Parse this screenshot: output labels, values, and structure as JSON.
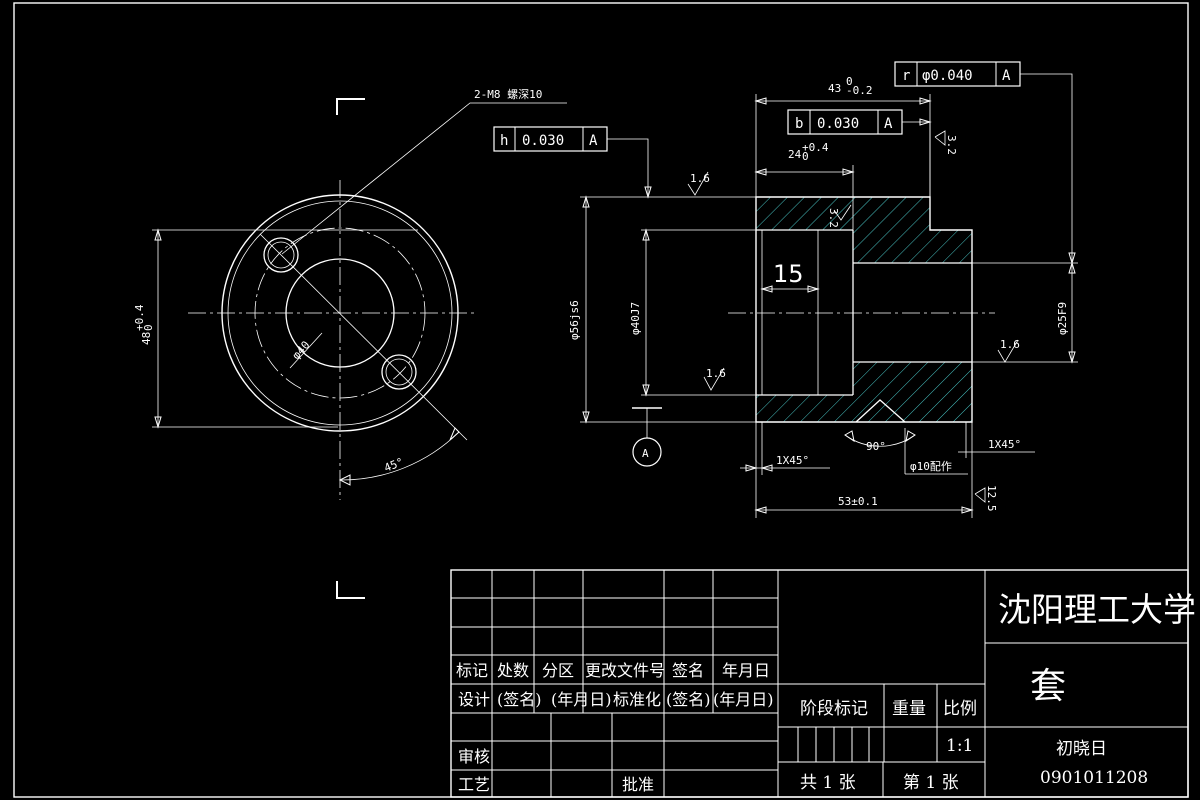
{
  "drawing": {
    "hole_note": "2-M8 螺深10",
    "bolt_circle_dia": "φ40",
    "outer_dia_left": "48",
    "outer_dia_left_tol_upper": "+0.4",
    "outer_dia_left_tol_lower": "0",
    "angle_left": "45°",
    "section_bore_len": "15",
    "dim_overall_len": "53±0.1",
    "dim_43": "43",
    "dim_43_tol_upper": "0",
    "dim_43_tol_lower": "-0.2",
    "dim_24": "24",
    "dim_24_tol_upper": "+0.4",
    "dim_24_tol_lower": "0",
    "dia_56": "φ56js6",
    "dia_40": "φ40J7",
    "dia_25": "φ25F9",
    "dia_10": "φ10配作",
    "angle_90": "90°",
    "chamfer_left": "1X45°",
    "chamfer_right": "1X45°",
    "datum_a": "A",
    "roughness_1_6": "1.6",
    "roughness_3_2": "3.2",
    "roughness_12_5": "12.5"
  },
  "fcf": [
    {
      "symbol": "h",
      "value": "0.030",
      "datum": "A"
    },
    {
      "symbol": "b",
      "value": "0.030",
      "datum": "A"
    },
    {
      "symbol": "r",
      "value": "φ0.040",
      "datum": "A"
    }
  ],
  "title_block": {
    "school": "沈阳理工大学",
    "part_name": "套",
    "author": "初晓日",
    "student_id": "0901011208",
    "row_headers": [
      "标记",
      "处数",
      "分区",
      "更改文件号",
      "签名",
      "年月日"
    ],
    "design_label": "设计",
    "design_sign": "(签名)",
    "design_date": "(年月日)",
    "standardize": "标准化",
    "std_sign": "(签名)",
    "std_date": "(年月日)",
    "review": "审核",
    "process": "工艺",
    "approve": "批准",
    "stage_mark": "阶段标记",
    "weight": "重量",
    "ratio": "比例",
    "scale": "1:1",
    "total_sheets": "共 1 张",
    "sheet_no": "第 1 张"
  }
}
